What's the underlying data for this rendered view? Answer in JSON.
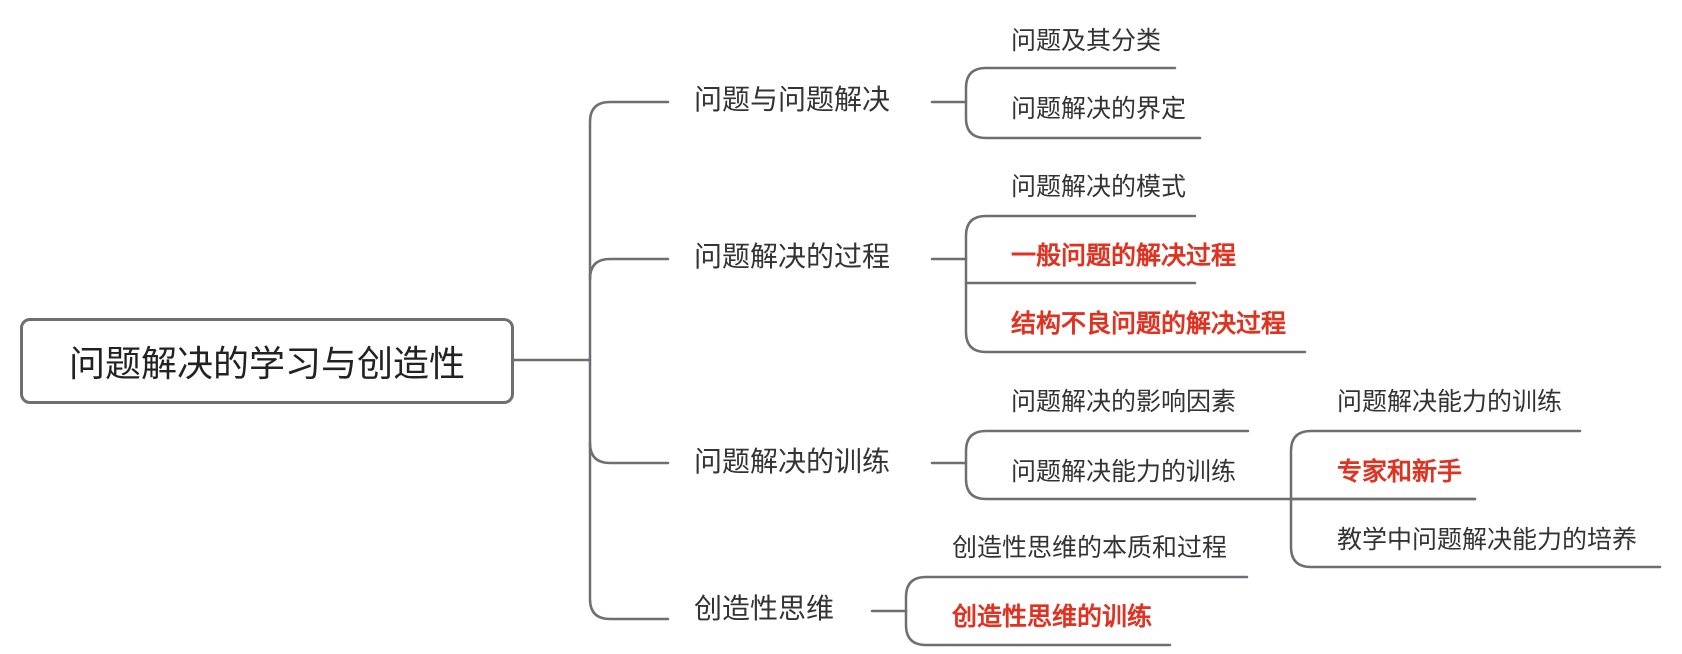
{
  "root": {
    "label": "问题解决的学习与创造性"
  },
  "colors": {
    "line": "#6e6e73",
    "text": "#333333",
    "highlight": "#e03221"
  },
  "branches": [
    {
      "label": "问题与问题解决",
      "children": [
        {
          "label": "问题及其分类",
          "highlight": false
        },
        {
          "label": "问题解决的界定",
          "highlight": false
        }
      ]
    },
    {
      "label": "问题解决的过程",
      "children": [
        {
          "label": "问题解决的模式",
          "highlight": false
        },
        {
          "label": "一般问题的解决过程",
          "highlight": true
        },
        {
          "label": "结构不良问题的解决过程",
          "highlight": true
        }
      ]
    },
    {
      "label": "问题解决的训练",
      "children": [
        {
          "label": "问题解决的影响因素",
          "highlight": false
        },
        {
          "label": "问题解决能力的训练",
          "highlight": false,
          "children": [
            {
              "label": "问题解决能力的训练",
              "highlight": false
            },
            {
              "label": "专家和新手",
              "highlight": true
            },
            {
              "label": "教学中问题解决能力的培养",
              "highlight": false
            }
          ]
        }
      ]
    },
    {
      "label": "创造性思维",
      "children": [
        {
          "label": "创造性思维的本质和过程",
          "highlight": false
        },
        {
          "label": "创造性思维的训练",
          "highlight": true
        }
      ]
    }
  ]
}
